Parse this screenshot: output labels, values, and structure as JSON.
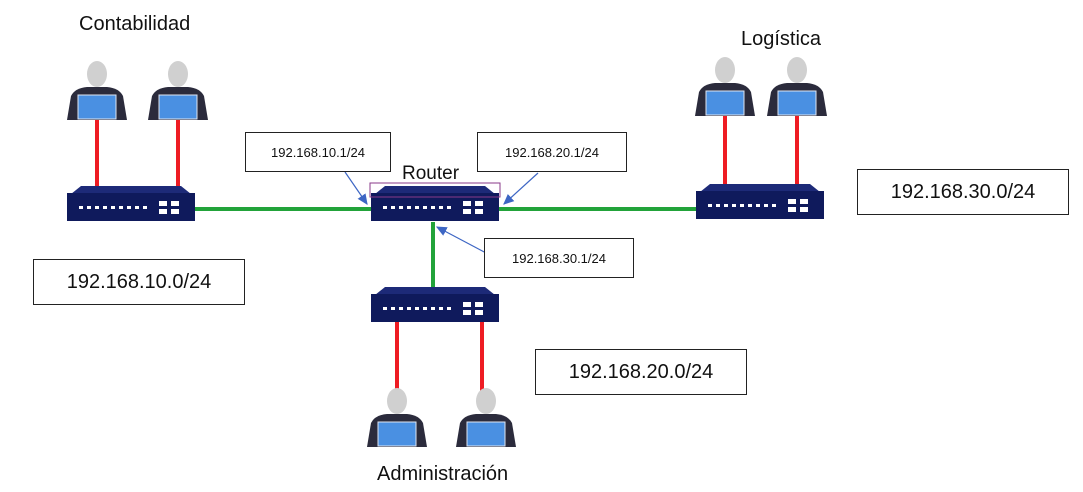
{
  "departments": {
    "contabilidad": "Contabilidad",
    "logistica": "Logística",
    "administracion": "Administración"
  },
  "router": {
    "label": "Router"
  },
  "networks": {
    "net_10": "192.168.10.0/24",
    "net_30": "192.168.30.0/24",
    "net_20": "192.168.20.0/24"
  },
  "interfaces": {
    "if_10": "192.168.10.1/24",
    "if_20": "192.168.20.1/24",
    "if_30": "192.168.30.1/24"
  },
  "colors": {
    "switch_body": "#0f1a5c",
    "pc_link": "#ee1c23",
    "trunk_link": "#22a33a",
    "arrow": "#3d66c4",
    "router_frame": "#8a3a8a",
    "user_head": "#d0d0d0",
    "user_body": "#2b2b3c",
    "laptop_screen": "#4a90e2"
  },
  "icons": [
    "switch-icon",
    "user-workstation-icon"
  ]
}
